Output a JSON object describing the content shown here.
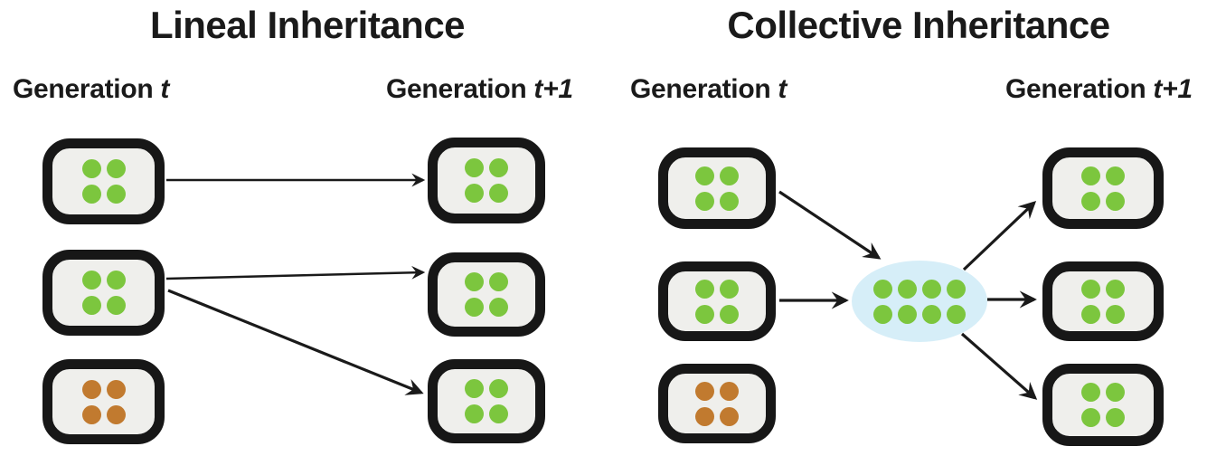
{
  "colors": {
    "green": "#7cc63e",
    "brown": "#c17a2f",
    "blue": "#d6eef8",
    "box_fill": "#efefec",
    "box_border": "#171717",
    "arrow": "#1a1a1a",
    "text": "#1a1a1a"
  },
  "panels": [
    {
      "title": "Lineal Inheritance",
      "columns": {
        "left": {
          "prefix": "Generation",
          "suffix": "t"
        },
        "right": {
          "prefix": "Generation",
          "suffix": "t+1"
        }
      },
      "gen_t_boxes": [
        {
          "dot_color": "green",
          "dot_count": 4
        },
        {
          "dot_color": "green",
          "dot_count": 4
        },
        {
          "dot_color": "brown",
          "dot_count": 4
        }
      ],
      "gen_t1_boxes": [
        {
          "dot_color": "green",
          "dot_count": 4
        },
        {
          "dot_color": "green",
          "dot_count": 4
        },
        {
          "dot_color": "green",
          "dot_count": 4
        }
      ]
    },
    {
      "title": "Collective Inheritance",
      "columns": {
        "left": {
          "prefix": "Generation",
          "suffix": "t"
        },
        "right": {
          "prefix": "Generation",
          "suffix": "t+1"
        }
      },
      "gen_t_boxes": [
        {
          "dot_color": "green",
          "dot_count": 4
        },
        {
          "dot_color": "green",
          "dot_count": 4
        },
        {
          "dot_color": "brown",
          "dot_count": 4
        }
      ],
      "pool": {
        "dot_color": "green",
        "dot_count": 8
      },
      "gen_t1_boxes": [
        {
          "dot_color": "green",
          "dot_count": 4
        },
        {
          "dot_color": "green",
          "dot_count": 4
        },
        {
          "dot_color": "green",
          "dot_count": 4
        }
      ]
    }
  ]
}
